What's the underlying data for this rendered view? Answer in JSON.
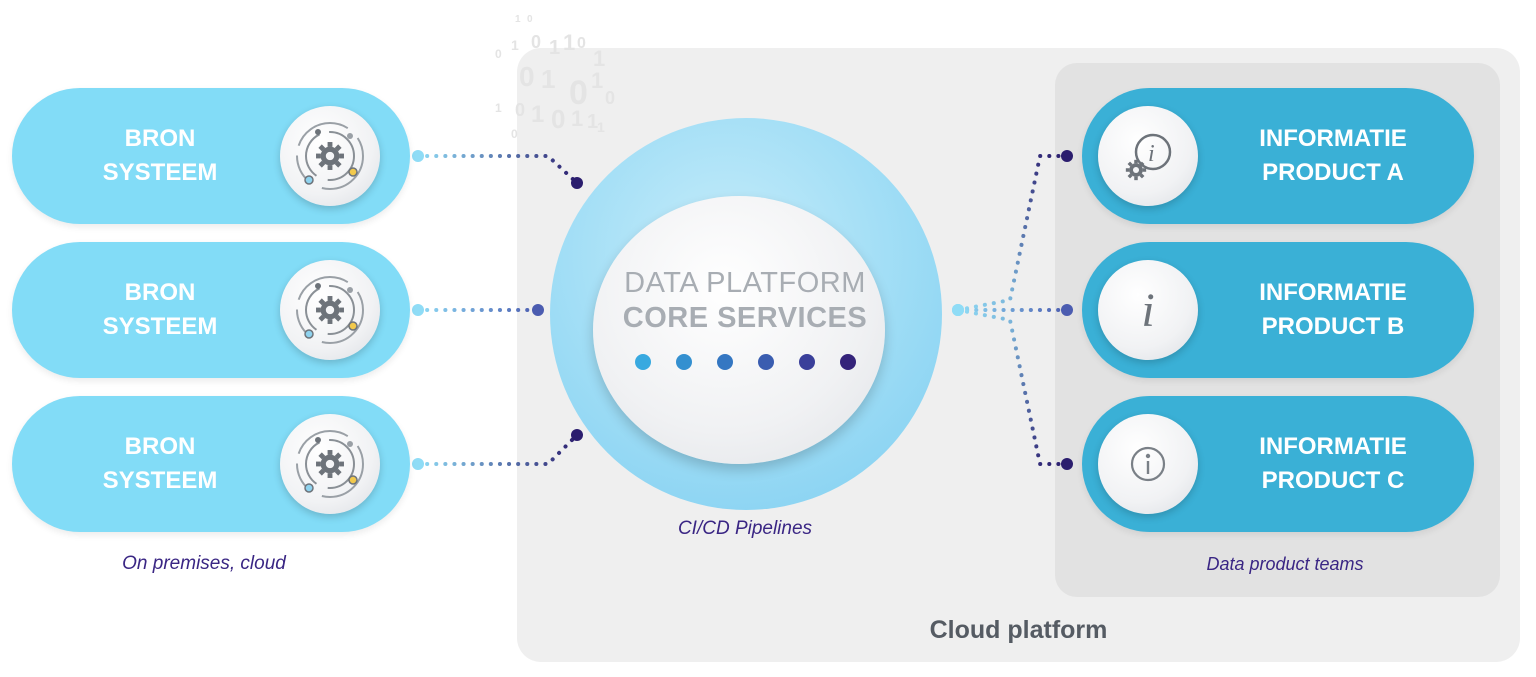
{
  "sources": [
    {
      "line1": "BRON",
      "line2": "SYSTEEM",
      "icon": "gear-orbit-icon"
    },
    {
      "line1": "BRON",
      "line2": "SYSTEEM",
      "icon": "gear-orbit-icon"
    },
    {
      "line1": "BRON",
      "line2": "SYSTEEM",
      "icon": "gear-orbit-icon"
    }
  ],
  "sources_caption": "On premises, cloud",
  "core": {
    "title_line1": "DATA PLATFORM",
    "title_line2": "CORE SERVICES",
    "caption": "CI/CD Pipelines",
    "dot_colors": [
      "#38a9e0",
      "#3490d0",
      "#3477c2",
      "#3a5db0",
      "#3a3f9a",
      "#34237a"
    ]
  },
  "products": [
    {
      "line1": "INFORMATIE",
      "line2": "PRODUCT A",
      "icon": "gear-info-icon"
    },
    {
      "line1": "INFORMATIE",
      "line2": "PRODUCT B",
      "icon": "info-italic-icon"
    },
    {
      "line1": "INFORMATIE",
      "line2": "PRODUCT C",
      "icon": "info-circle-icon"
    }
  ],
  "teams_caption": "Data product teams",
  "cloud_caption": "Cloud platform",
  "binary_decoration": [
    "1",
    "0",
    "1",
    "0",
    "1",
    "1",
    "0",
    "1",
    "0",
    "0",
    "1",
    "0",
    "1",
    "0",
    "1",
    "0",
    "1",
    "0",
    "1",
    "1",
    "0",
    "1"
  ],
  "colors": {
    "source_pill": "#82dcf7",
    "product_pill": "#3ab0d6",
    "accent_text": "#3a2684",
    "cloud_panel": "#efefef",
    "teams_panel": "#e2e2e2"
  }
}
